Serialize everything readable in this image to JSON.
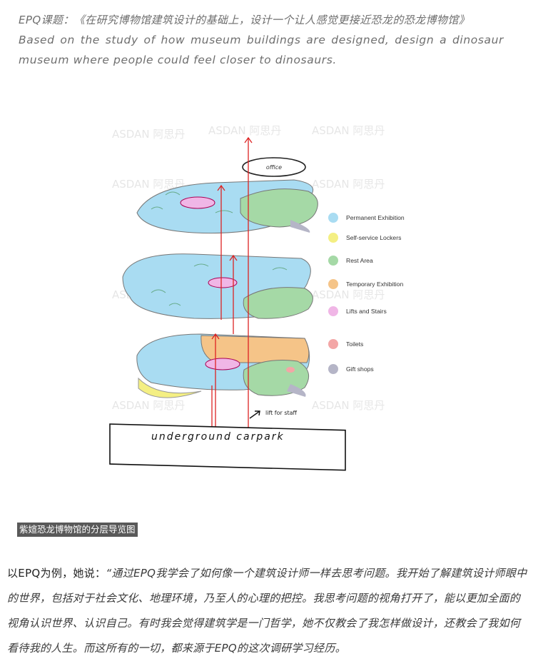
{
  "intro": {
    "title_cn": "EPQ课题：《在研究博物馆建筑设计的基础上，设计一个让人感觉更接近恐龙的恐龙博物馆》",
    "title_en": "Based on the study of how museum buildings are designed, design a dinosaur museum where people could feel closer to dinosaurs."
  },
  "figure": {
    "legend": [
      {
        "label": "Permanent Exhibition",
        "color": "#a9dcf2"
      },
      {
        "label": "Self-service Lockers",
        "color": "#f4ef83"
      },
      {
        "label": "Rest Area",
        "color": "#a5d9a6"
      },
      {
        "label": "Temporary Exhibition",
        "color": "#f5c488"
      },
      {
        "label": "Lifts and Stairs",
        "color": "#f0b6e6"
      },
      {
        "label": "Toilets",
        "color": "#f3a6a6"
      },
      {
        "label": "Gift shops",
        "color": "#b5b5c7"
      }
    ],
    "sketch_labels": {
      "office": "office",
      "lift_note": "lift for staff",
      "carpark": "underground carpark"
    },
    "watermark": "ASDAN 阿思丹"
  },
  "caption": "紫媗恐龙博物馆的分层导览图",
  "quote": {
    "lead": "以EPQ为例，她说：",
    "body": "“通过EPQ我学会了如何像一个建筑设计师一样去思考问题。我开始了解建筑设计师眼中的世界，包括对于社会文化、地理环境，乃至人的心理的把控。我思考问题的视角打开了，能以更加全面的视角认识世界、认识自己。有时我会觉得建筑学是一门哲学，她不仅教会了我怎样做设计，还教会了我如何看待我的人生。而这所有的一切，都来源于EPQ的这次调研学习经历。"
  }
}
